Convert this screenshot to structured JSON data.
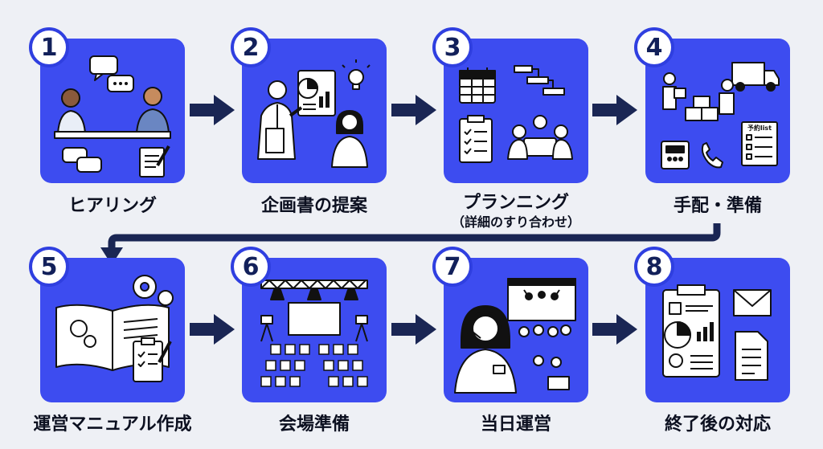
{
  "steps": [
    {
      "number": "1",
      "label": "ヒアリング"
    },
    {
      "number": "2",
      "label": "企画書の提案"
    },
    {
      "number": "3",
      "label": "プランニング",
      "sublabel": "（詳細のすり合わせ）"
    },
    {
      "number": "4",
      "label": "手配・準備"
    },
    {
      "number": "5",
      "label": "運営マニュアル作成"
    },
    {
      "number": "6",
      "label": "会場準備"
    },
    {
      "number": "7",
      "label": "当日運営"
    },
    {
      "number": "8",
      "label": "終了後の対応"
    }
  ],
  "illustrations": {
    "tile_4_note": "予約list"
  },
  "colors": {
    "tile": "#3d4cf0",
    "arrow": "#1a2654",
    "text": "#0c1020",
    "background": "#eef0f5"
  }
}
